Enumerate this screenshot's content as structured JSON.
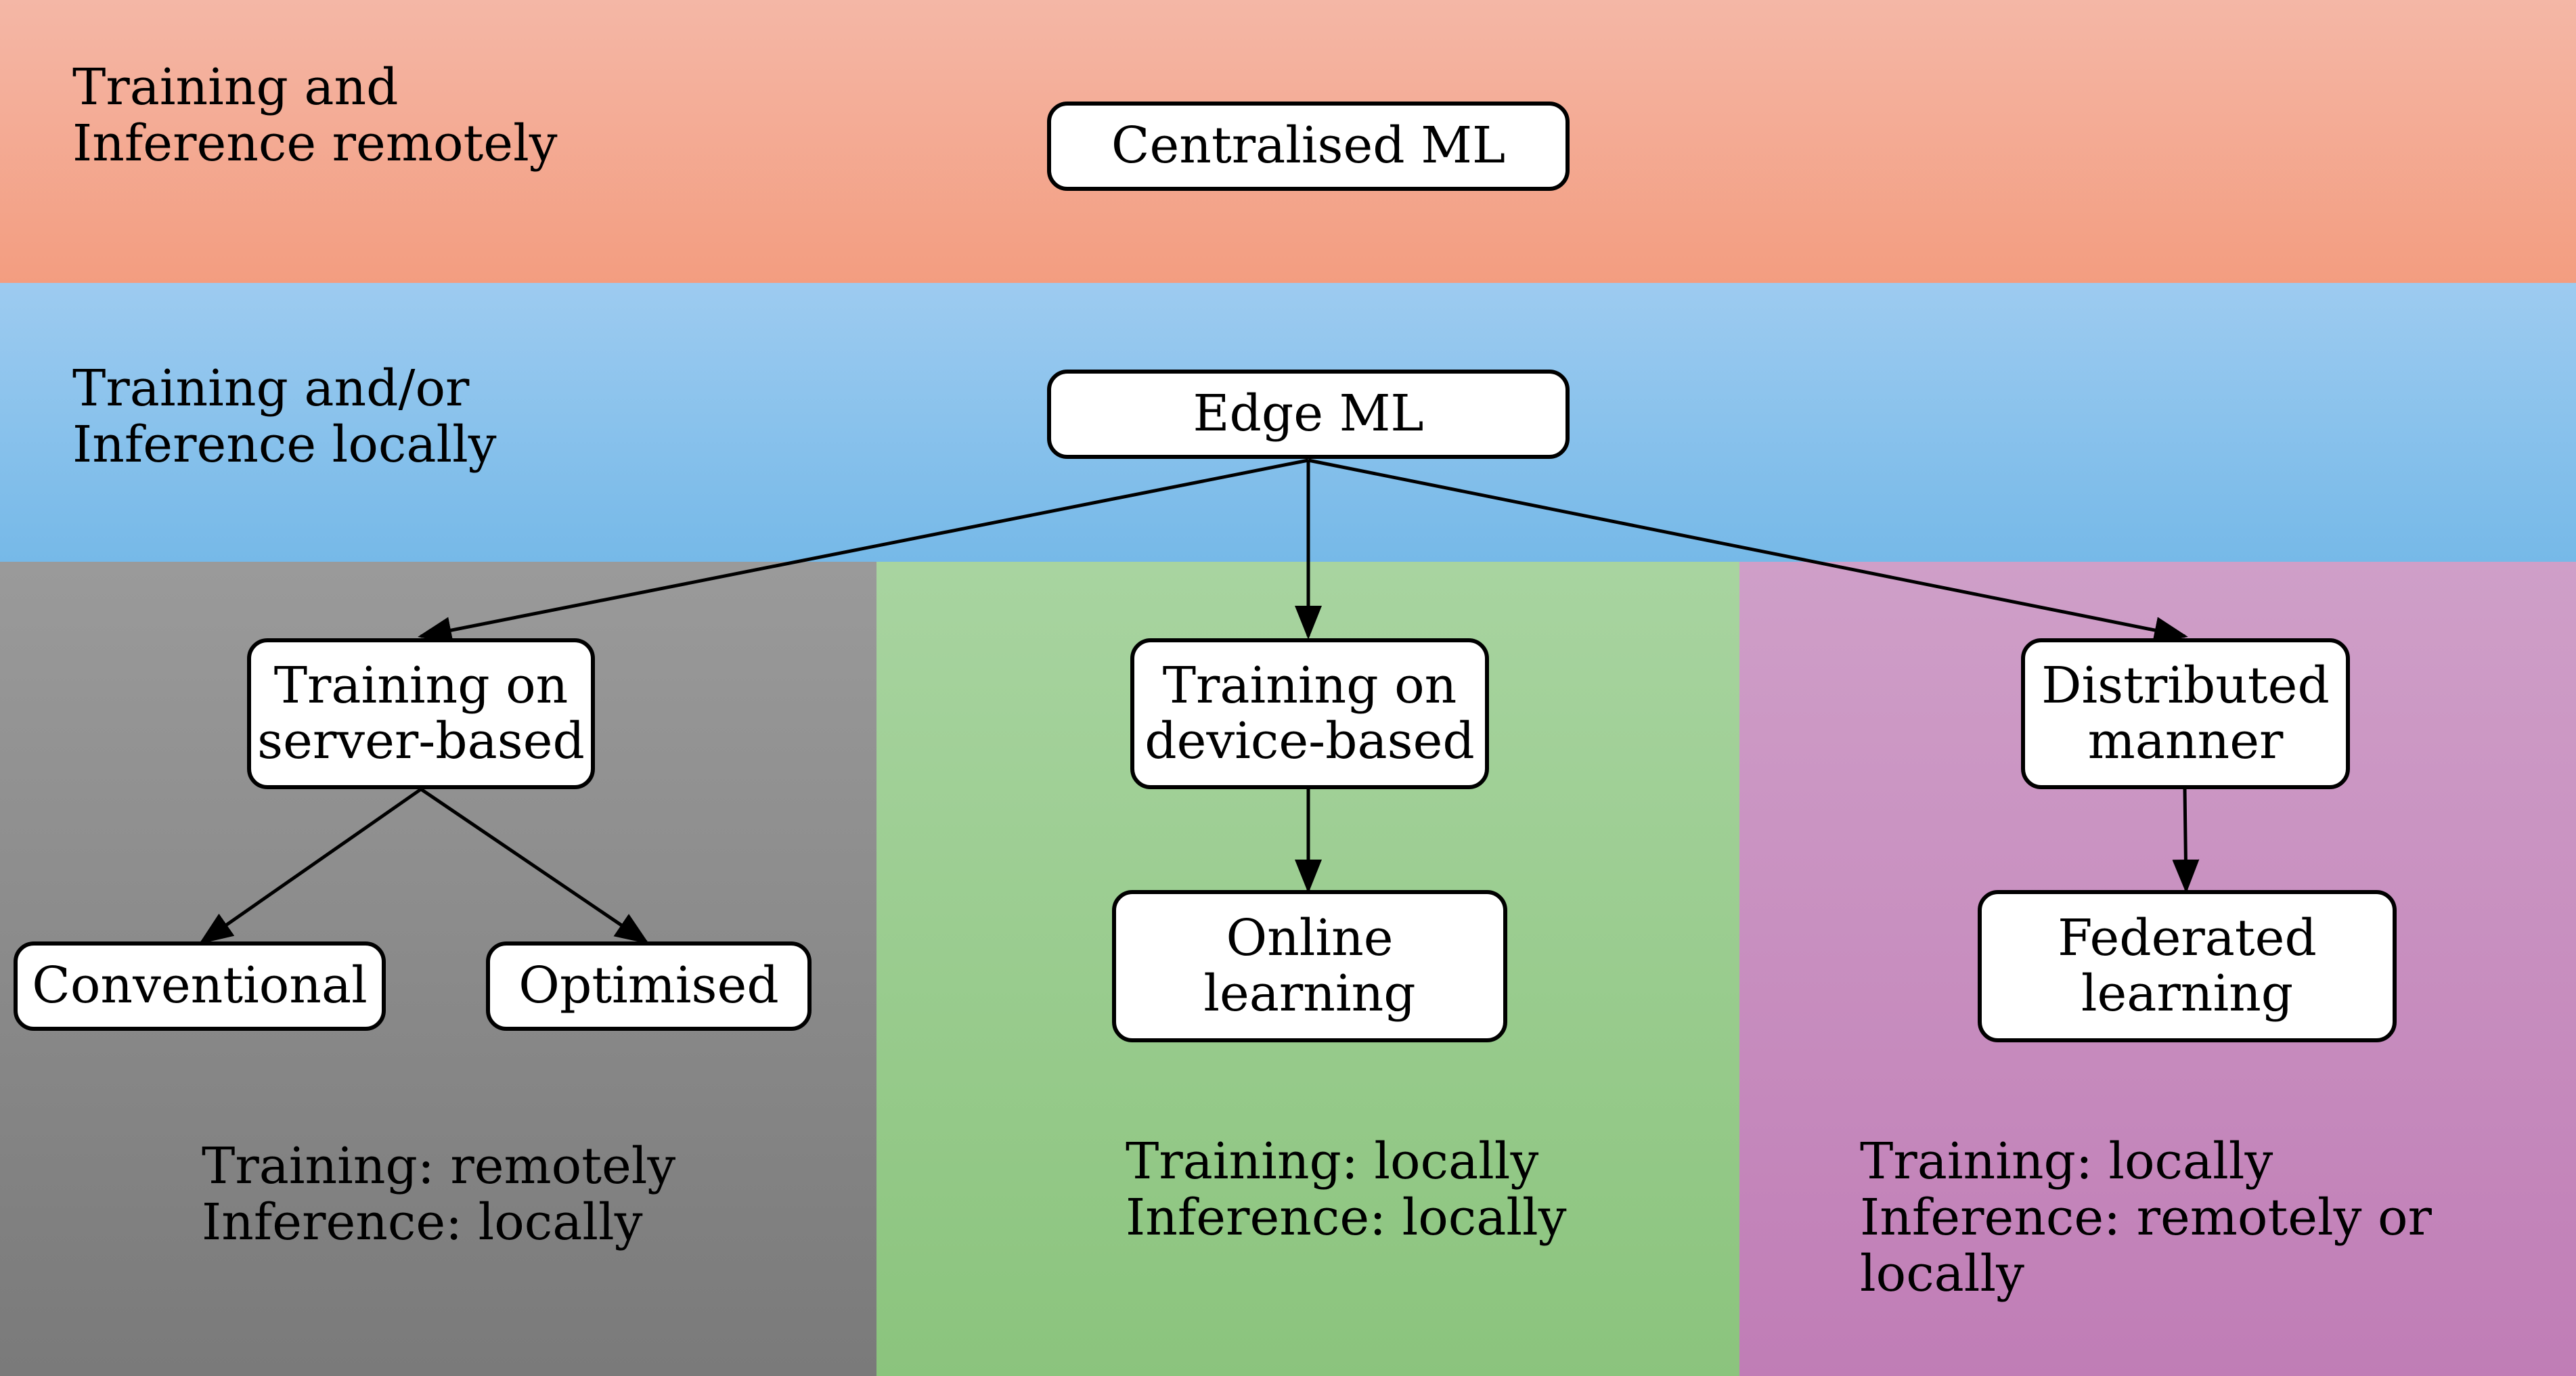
{
  "bands": {
    "top_label": "Training and\nInference remotely",
    "mid_label": "Training and/or\nInference locally"
  },
  "nodes": {
    "centralised": "Centralised ML",
    "edge": "Edge ML",
    "server_based": "Training on\nserver-based",
    "device_based": "Training on\ndevice-based",
    "distributed": "Distributed\nmanner",
    "conventional": "Conventional",
    "optimised": "Optimised",
    "online": "Online\nlearning",
    "federated": "Federated\nlearning"
  },
  "columns": {
    "gray_summary": "Training: remotely\nInference: locally",
    "green_summary": "Training: locally\nInference: locally",
    "purple_summary": "Training: locally\nInference: remotely or locally"
  },
  "colors": {
    "top_band": "#f4b7a6",
    "mid_band": "#8cc3ee",
    "gray_column": "#8a8a8a",
    "green_column": "#9acc8f",
    "purple_column": "#c78fbf"
  }
}
